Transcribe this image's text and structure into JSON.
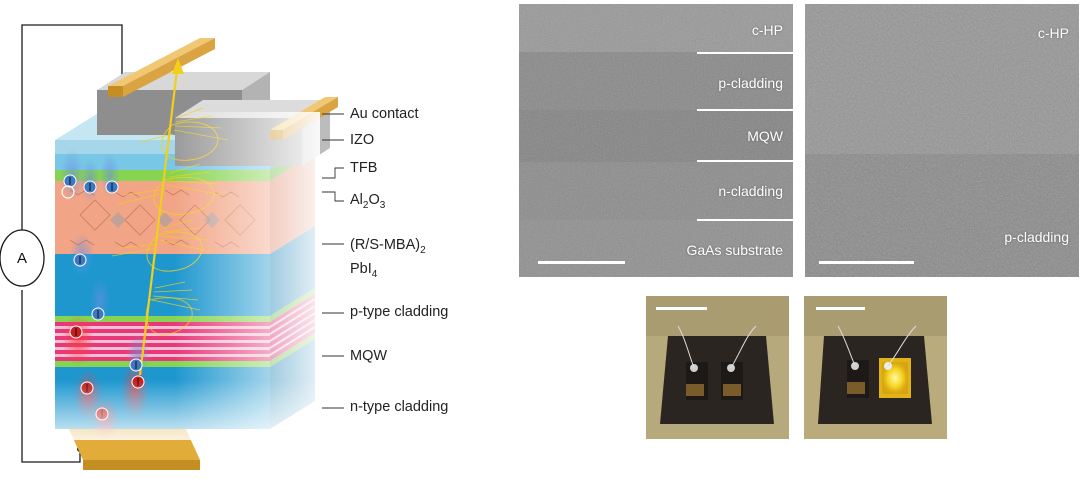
{
  "device_labels": {
    "au_contact": "Au contact",
    "izo": "IZO",
    "tfb": "TFB",
    "al2o3": {
      "base1": "Al",
      "sub1": "2",
      "base2": "O",
      "sub2": "3"
    },
    "mba": {
      "line1_base": "(R/S-MBA)",
      "line1_sub": "2",
      "line2_base": "PbI",
      "line2_sub": "4"
    },
    "p_cladding": "p-type cladding",
    "mqw": "MQW",
    "n_cladding": "n-type cladding"
  },
  "ammeter": {
    "label": "A"
  },
  "tem_left": {
    "labels": [
      "c-HP",
      "p-cladding",
      "MQW",
      "n-cladding",
      "GaAs substrate"
    ]
  },
  "tem_right": {
    "labels": [
      "c-HP",
      "p-cladding"
    ]
  },
  "colors": {
    "izo": "#a6d6ea",
    "tfb": "#79c7e6",
    "al2o3": "#86d451",
    "perovskite": "#f2a486",
    "cladding_blue": "#1e97cf",
    "mqw_pink": "#e8387a",
    "gold": "#e2ac3a",
    "arrow_yellow": "#f1cf1a",
    "spin_blue": "#3d78c2",
    "spin_red": "#c81e1e"
  }
}
